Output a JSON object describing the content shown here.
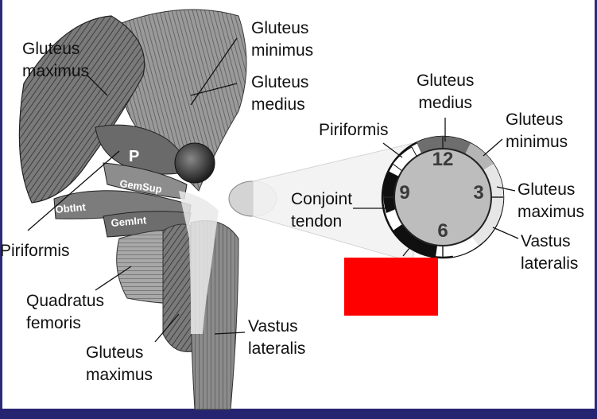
{
  "colors": {
    "border": "#2c2a7a",
    "redaction": "#ff0000",
    "muscle_dark": "#4a4a4a",
    "muscle_mid": "#8a8a8a",
    "dial_face": "#b9b9b9"
  },
  "anatomy": {
    "gluteus_maximus_top": [
      "Gluteus",
      "maximus"
    ],
    "gluteus_minimus": [
      "Gluteus",
      "minimus"
    ],
    "gluteus_medius": [
      "Gluteus",
      "medius"
    ],
    "piriformis": "Piriformis",
    "quadratus_femoris": [
      "Quadratus",
      "femoris"
    ],
    "gluteus_maximus_bottom": [
      "Gluteus",
      "maximus"
    ],
    "vastus_lateralis": [
      "Vastus",
      "lateralis"
    ],
    "muscle_tags": {
      "p": "P",
      "gemsup": "GemSup",
      "obtint": "ObtInt",
      "gemint": "GemInt"
    }
  },
  "clock": {
    "gluteus_medius": [
      "Gluteus",
      "medius"
    ],
    "gluteus_minimus": [
      "Gluteus",
      "minimus"
    ],
    "piriformis": "Piriformis",
    "gluteus_maximus": [
      "Gluteus",
      "maximus"
    ],
    "conjoint_tendon": [
      "Conjoint",
      "tendon"
    ],
    "vastus_lateralis": [
      "Vastus",
      "lateralis"
    ],
    "numerals": {
      "twelve": "12",
      "three": "3",
      "six": "6",
      "nine": "9"
    }
  }
}
